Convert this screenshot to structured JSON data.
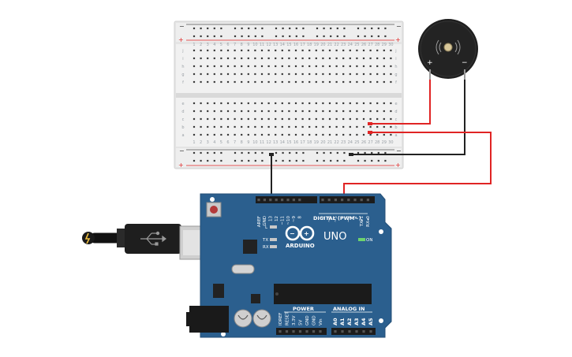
{
  "breadboard": {
    "columns": [
      "1",
      "2",
      "3",
      "4",
      "5",
      "6",
      "7",
      "8",
      "9",
      "10",
      "11",
      "12",
      "13",
      "14",
      "15",
      "16",
      "17",
      "18",
      "19",
      "20",
      "21",
      "22",
      "23",
      "24",
      "25",
      "26",
      "27",
      "28",
      "29",
      "30"
    ],
    "rows_top": [
      "j",
      "i",
      "h",
      "g",
      "f"
    ],
    "rows_bottom": [
      "e",
      "d",
      "c",
      "b",
      "a"
    ],
    "rail_minus": "−",
    "rail_plus": "+"
  },
  "buzzer": {
    "plus_label": "+",
    "minus_label": "−",
    "icon": "sound-wave-icon"
  },
  "arduino": {
    "brand": "ARDUINO",
    "model": "UNO",
    "digital_title": "DIGITAL (PWM~)",
    "digital_pins": [
      "AREF",
      "GND",
      "13",
      "12",
      "~11",
      "~10",
      "~9",
      "8",
      "7",
      "~6",
      "~5",
      "4",
      "~3",
      "2",
      "TX▸1",
      "RX◂0"
    ],
    "led_l": "L",
    "led_tx": "TX",
    "led_rx": "RX",
    "led_on": "ON",
    "power_title": "POWER",
    "analog_title": "ANALOG IN",
    "power_pins": [
      "IOREF",
      "RESET",
      "3.3V",
      "5V",
      "GND",
      "GND",
      "Vin"
    ],
    "analog_pins": [
      "A0",
      "A1",
      "A2",
      "A3",
      "A4",
      "A5"
    ],
    "board_color": "#2b5f8e"
  },
  "wires": {
    "red": "#e02424",
    "black": "#222222"
  }
}
